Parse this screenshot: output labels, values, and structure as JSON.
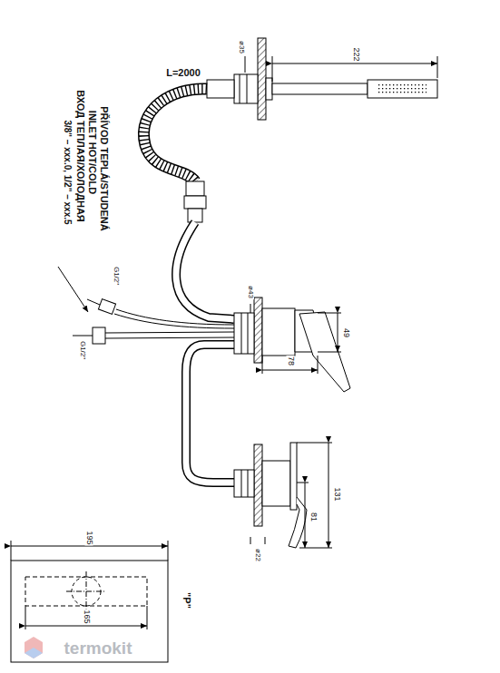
{
  "diagram": {
    "labels": [
      "PŘÍVOD TEPLÁ/STUDENÁ",
      "INLET HOT/COLD",
      "ВХОД ТЕПЛАЯ/ХОЛОДНАЯ",
      "3/8\" – xxx.0, 1/2\" – xxx.5",
      "L=2000",
      "222",
      "ø35",
      "ø43",
      "49",
      "78",
      "131",
      "81",
      "ø22",
      "G1/2\"",
      "G1/2\"",
      "195",
      "165",
      "\"P\"",
      "termokit"
    ]
  }
}
